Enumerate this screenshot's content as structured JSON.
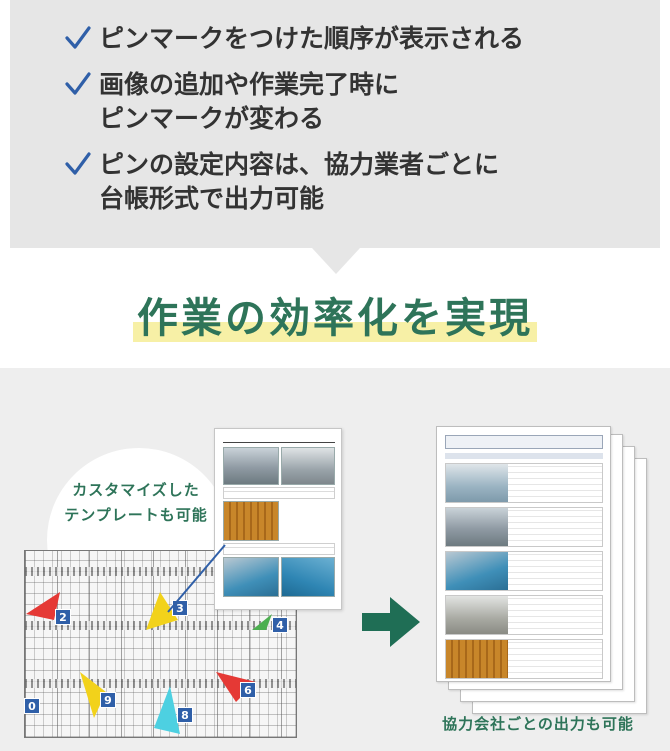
{
  "features": {
    "items": [
      {
        "lines": [
          "ピンマークをつけた順序が表示される"
        ]
      },
      {
        "lines": [
          "画像の追加や作業完了時に",
          "ピンマークが変わる"
        ]
      },
      {
        "lines": [
          "ピンの設定内容は、協力業者ごとに",
          "台帳形式で出力可能"
        ]
      }
    ],
    "check_icon": "check-icon",
    "check_color": "#2f5fa8"
  },
  "headline": {
    "text": "作業の効率化を実現",
    "color": "#2e7459",
    "highlight_color": "#f7f0a6"
  },
  "illustration": {
    "template_note": {
      "lines": [
        "カスタマイズした",
        "テンプレートも可能"
      ]
    },
    "output_caption": "協力会社ごとの出力も可能",
    "arrow_color": "#1f6e55",
    "pins": [
      {
        "label": "2",
        "color": "#e53935"
      },
      {
        "label": "3",
        "color": "#f2d21b"
      },
      {
        "label": "4",
        "color": "#4caf50"
      },
      {
        "label": "9",
        "color": "#f2d21b"
      },
      {
        "label": "8",
        "color": "#4dd0e1"
      },
      {
        "label": "6",
        "color": "#e53935"
      },
      {
        "label": "0",
        "color": "#2f5fa8"
      }
    ]
  }
}
